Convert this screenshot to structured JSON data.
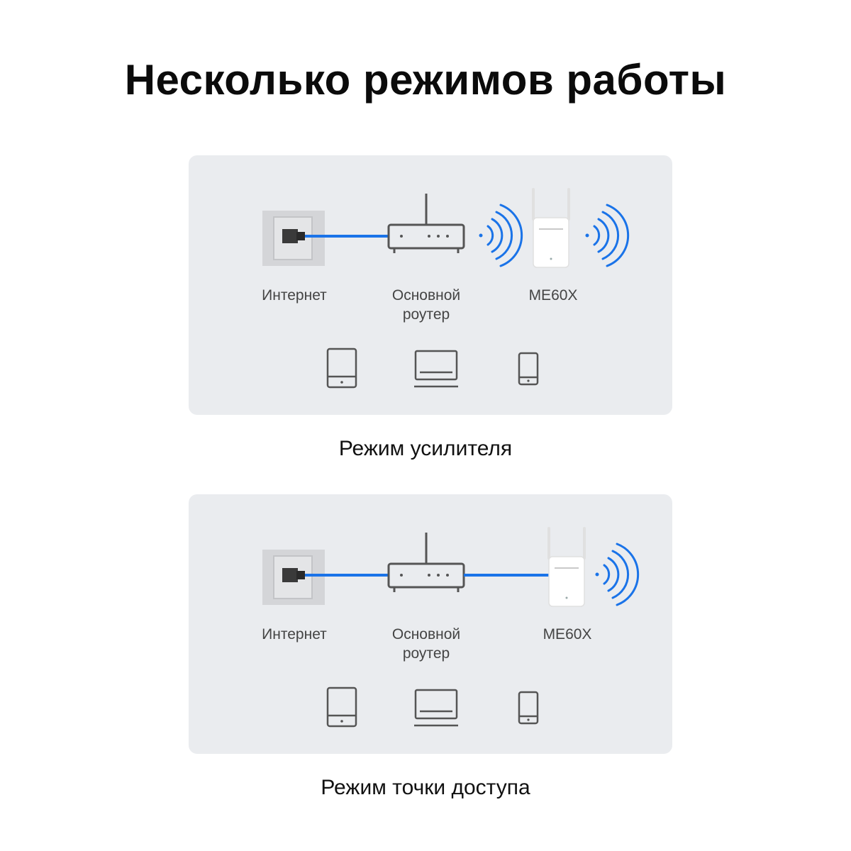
{
  "title": "Несколько режимов работы",
  "colors": {
    "accent": "#1a73e8",
    "panel": "#eaecef",
    "stroke": "#555555"
  },
  "modes": [
    {
      "caption": "Режим усилителя",
      "labels": {
        "internet": "Интернет",
        "router_line1": "Основной",
        "router_line2": "роутер",
        "device": "ME60X"
      },
      "connection": "wireless",
      "icons": [
        "wall-socket-icon",
        "router-icon",
        "wifi-signal-icon",
        "extender-icon",
        "wifi-signal-icon",
        "tablet-icon",
        "laptop-icon",
        "phone-icon"
      ]
    },
    {
      "caption": "Режим точки доступа",
      "labels": {
        "internet": "Интернет",
        "router_line1": "Основной",
        "router_line2": "роутер",
        "device": "ME60X"
      },
      "connection": "wired",
      "icons": [
        "wall-socket-icon",
        "router-icon",
        "extender-icon",
        "wifi-signal-icon",
        "tablet-icon",
        "laptop-icon",
        "phone-icon"
      ]
    }
  ]
}
